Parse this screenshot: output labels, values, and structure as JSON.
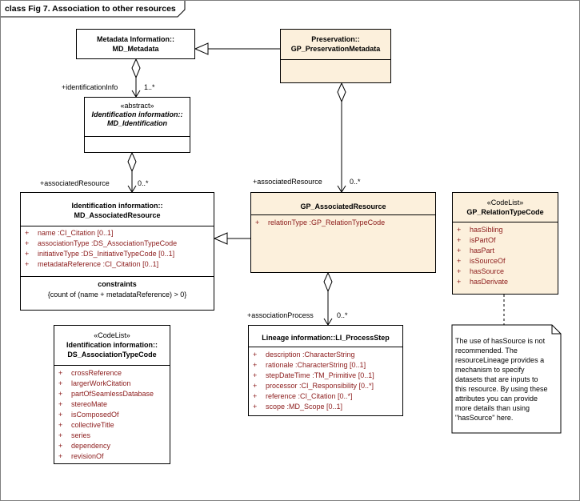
{
  "frame": {
    "title": "class Fig 7. Association to other resources"
  },
  "classes": {
    "md_metadata": {
      "line1": "Metadata Information::",
      "line2": "MD_Metadata"
    },
    "preservation": {
      "line1": "Preservation::",
      "line2": "GP_PreservationMetadata"
    },
    "md_identification": {
      "stereotype": "«abstract»",
      "line1": "Identification information::",
      "line2": "MD_Identification"
    },
    "md_associated": {
      "line1": "Identification information::",
      "line2": "MD_AssociatedResource",
      "attributes": [
        {
          "vis": "+",
          "text": "name  :CI_Citation [0..1]"
        },
        {
          "vis": "+",
          "text": "associationType  :DS_AssociationTypeCode"
        },
        {
          "vis": "+",
          "text": "initiativeType  :DS_InitiativeTypeCode [0..1]"
        },
        {
          "vis": "+",
          "text": "metadataReference  :CI_Citation [0..1]"
        }
      ],
      "constraints_title": "constraints",
      "constraints_text": "{count of (name + metadataReference) > 0}"
    },
    "gp_associated": {
      "line1": "GP_AssociatedResource",
      "attributes": [
        {
          "vis": "+",
          "text": "relationType  :GP_RelationTypeCode"
        }
      ]
    },
    "gp_relationtype": {
      "stereotype": "«CodeList»",
      "line1": "GP_RelationTypeCode",
      "attributes": [
        {
          "vis": "+",
          "text": "hasSibling"
        },
        {
          "vis": "+",
          "text": "isPartOf"
        },
        {
          "vis": "+",
          "text": "hasPart"
        },
        {
          "vis": "+",
          "text": "isSourceOf"
        },
        {
          "vis": "+",
          "text": "hasSource"
        },
        {
          "vis": "+",
          "text": "hasDerivate"
        }
      ]
    },
    "ds_associationtype": {
      "stereotype": "«CodeList»",
      "line1": "Identification information::",
      "line2": "DS_AssociationTypeCode",
      "attributes": [
        {
          "vis": "+",
          "text": "crossReference"
        },
        {
          "vis": "+",
          "text": "largerWorkCitation"
        },
        {
          "vis": "+",
          "text": "partOfSeamlessDatabase"
        },
        {
          "vis": "+",
          "text": "stereoMate"
        },
        {
          "vis": "+",
          "text": "isComposedOf"
        },
        {
          "vis": "+",
          "text": "collectiveTitle"
        },
        {
          "vis": "+",
          "text": "series"
        },
        {
          "vis": "+",
          "text": "dependency"
        },
        {
          "vis": "+",
          "text": "revisionOf"
        }
      ]
    },
    "li_processstep": {
      "line1": "Lineage information::LI_ProcessStep",
      "attributes": [
        {
          "vis": "+",
          "text": "description  :CharacterString"
        },
        {
          "vis": "+",
          "text": "rationale  :CharacterString [0..1]"
        },
        {
          "vis": "+",
          "text": "stepDateTime  :TM_Primitive [0..1]"
        },
        {
          "vis": "+",
          "text": "processor  :CI_Responsibility [0..*]"
        },
        {
          "vis": "+",
          "text": "reference  :CI_Citation [0..*]"
        },
        {
          "vis": "+",
          "text": "scope  :MD_Scope [0..1]"
        }
      ]
    }
  },
  "labels": {
    "identification_info": "+identificationInfo",
    "mult_1n": "1..*",
    "assoc_res_left": "+associatedResource",
    "mult_left": "0..*",
    "assoc_res_right": "+associatedResource",
    "mult_right": "0..*",
    "association_process": "+associationProcess",
    "mult_process": "0..*"
  },
  "note": {
    "lines": [
      "The use of hasSource is not",
      "recommended. The",
      "resourceLineage provides a",
      "mechanism to specify",
      "datasets that are inputs to",
      "this resource. By using these",
      "attributes you can provide",
      "more details than using",
      "\"hasSource\" here."
    ]
  }
}
